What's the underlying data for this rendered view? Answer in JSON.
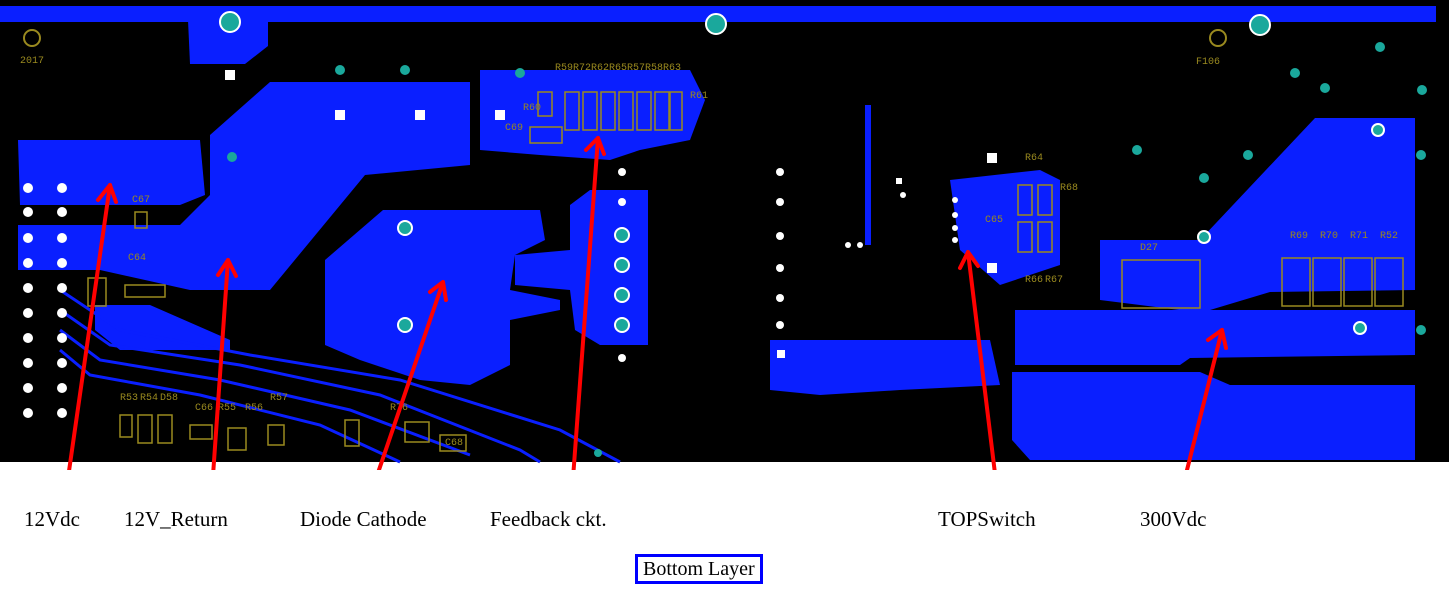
{
  "colors": {
    "board_background": "#000000",
    "copper": "#0a1fff",
    "via": "#1aa89c",
    "silkscreen": "#9a8a1f",
    "arrow": "#ff0000",
    "legend_border": "#0000ff"
  },
  "designators": [
    "2017",
    "F106",
    "R59",
    "R72",
    "R62",
    "R65",
    "R57",
    "R58",
    "R63",
    "R61",
    "R60",
    "C69",
    "C67",
    "C64",
    "R64",
    "R66",
    "R67",
    "C65",
    "R68",
    "D27",
    "R69",
    "R70",
    "R71",
    "R52",
    "R53",
    "R54",
    "D58",
    "C66",
    "R55",
    "R56",
    "R57",
    "R76",
    "C68"
  ],
  "callouts": [
    {
      "id": "12vdc",
      "label": "12Vdc"
    },
    {
      "id": "12v-return",
      "label": "12V_Return"
    },
    {
      "id": "diode-cathode",
      "label": "Diode Cathode"
    },
    {
      "id": "feedback",
      "label": "Feedback ckt."
    },
    {
      "id": "topswitch",
      "label": "TOPSwitch"
    },
    {
      "id": "300vdc",
      "label": "300Vdc"
    }
  ],
  "legend": {
    "label": "Bottom Layer"
  }
}
